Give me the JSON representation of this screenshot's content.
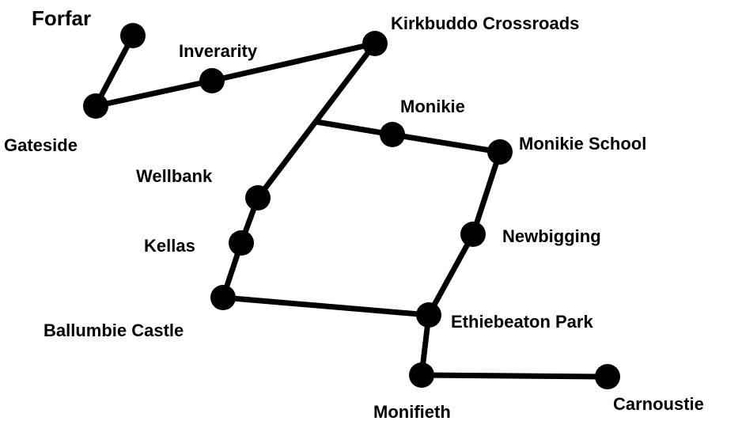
{
  "stops": [
    {
      "id": "forfar",
      "name": "Forfar"
    },
    {
      "id": "inverarity",
      "name": "Inverarity"
    },
    {
      "id": "kirkbuddo",
      "name": "Kirkbuddo Crossroads"
    },
    {
      "id": "gateside",
      "name": "Gateside"
    },
    {
      "id": "monikie",
      "name": "Monikie"
    },
    {
      "id": "monikie-school",
      "name": "Monikie School"
    },
    {
      "id": "wellbank",
      "name": "Wellbank"
    },
    {
      "id": "newbigging",
      "name": "Newbigging"
    },
    {
      "id": "kellas",
      "name": "Kellas"
    },
    {
      "id": "ballumbie-castle",
      "name": "Ballumbie Castle"
    },
    {
      "id": "ethiebeaton-park",
      "name": "Ethiebeaton Park"
    },
    {
      "id": "monifieth",
      "name": "Monifieth"
    },
    {
      "id": "carnoustie",
      "name": "Carnoustie"
    }
  ],
  "connections": [
    [
      "forfar",
      "gateside"
    ],
    [
      "gateside",
      "inverarity"
    ],
    [
      "inverarity",
      "kirkbuddo"
    ],
    [
      "kirkbuddo",
      "wellbank"
    ],
    [
      "wellbank",
      "kellas"
    ],
    [
      "kellas",
      "ballumbie-castle"
    ],
    [
      "ballumbie-castle",
      "ethiebeaton-park"
    ],
    [
      "kirkbuddo",
      "monikie"
    ],
    [
      "monikie",
      "monikie-school"
    ],
    [
      "monikie-school",
      "newbigging"
    ],
    [
      "newbigging",
      "ethiebeaton-park"
    ],
    [
      "ethiebeaton-park",
      "monifieth"
    ],
    [
      "monifieth",
      "carnoustie"
    ]
  ],
  "colors": {
    "line": "#000000",
    "dot": "#000000",
    "label": "#000000",
    "background": "#ffffff"
  }
}
